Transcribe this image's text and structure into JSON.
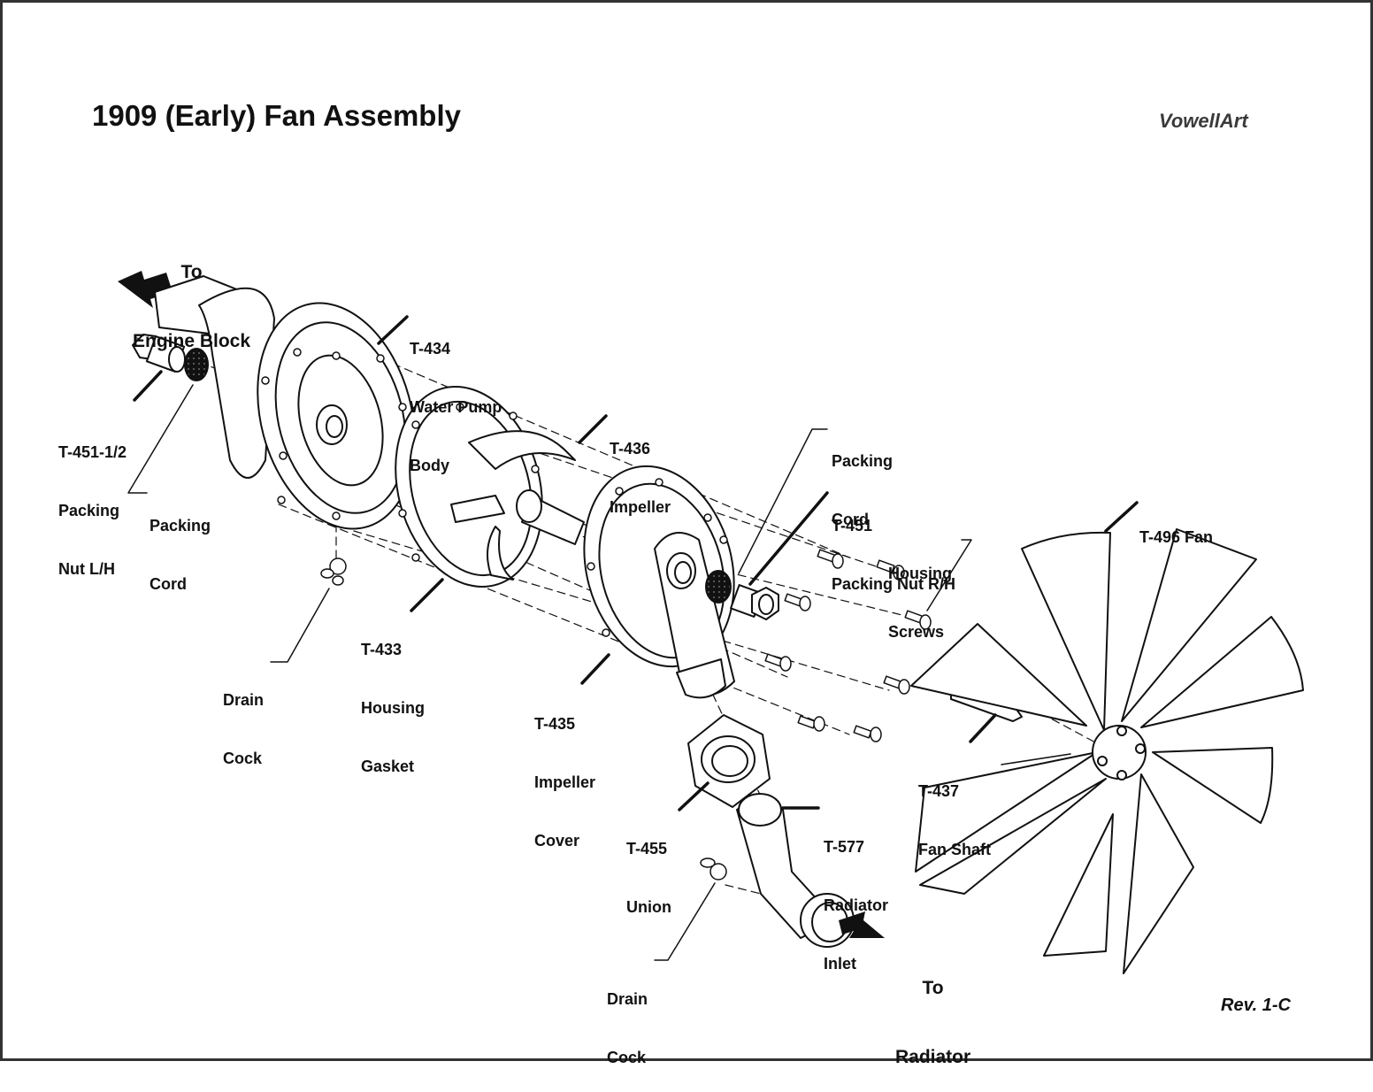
{
  "title": "1909 (Early) Fan Assembly",
  "brand": "VowellArt",
  "revision": "Rev. 1-C",
  "flow_labels": {
    "engine": [
      "To",
      "Engine Block"
    ],
    "radiator": [
      "To",
      "Radiator"
    ]
  },
  "parts": [
    {
      "id": "t434",
      "lines": [
        "T-434",
        "Water Pump",
        "Body"
      ]
    },
    {
      "id": "t451-half",
      "lines": [
        "T-451-1/2",
        "Packing",
        "Nut L/H"
      ]
    },
    {
      "id": "packing-cord-left",
      "lines": [
        "Packing",
        "Cord"
      ]
    },
    {
      "id": "drain-cock-left",
      "lines": [
        "Drain",
        "Cock"
      ]
    },
    {
      "id": "t433",
      "lines": [
        "T-433",
        "Housing",
        "Gasket"
      ]
    },
    {
      "id": "t436",
      "lines": [
        "T-436",
        "Impeller"
      ]
    },
    {
      "id": "packing-cord-right",
      "lines": [
        "Packing",
        "Cord"
      ]
    },
    {
      "id": "t451",
      "lines": [
        "T-451",
        "Packing Nut R/H"
      ]
    },
    {
      "id": "housing-screws",
      "lines": [
        "Housing",
        "Screws"
      ]
    },
    {
      "id": "t496",
      "lines": [
        "T-496 Fan"
      ]
    },
    {
      "id": "t435",
      "lines": [
        "T-435",
        "Impeller",
        "Cover"
      ]
    },
    {
      "id": "t437",
      "lines": [
        "T-437",
        "Fan Shaft"
      ]
    },
    {
      "id": "t455",
      "lines": [
        "T-455",
        "Union"
      ]
    },
    {
      "id": "t577",
      "lines": [
        "T-577",
        "Radiator",
        "Inlet"
      ]
    },
    {
      "id": "drain-cock-right",
      "lines": [
        "Drain",
        "Cock"
      ]
    }
  ]
}
